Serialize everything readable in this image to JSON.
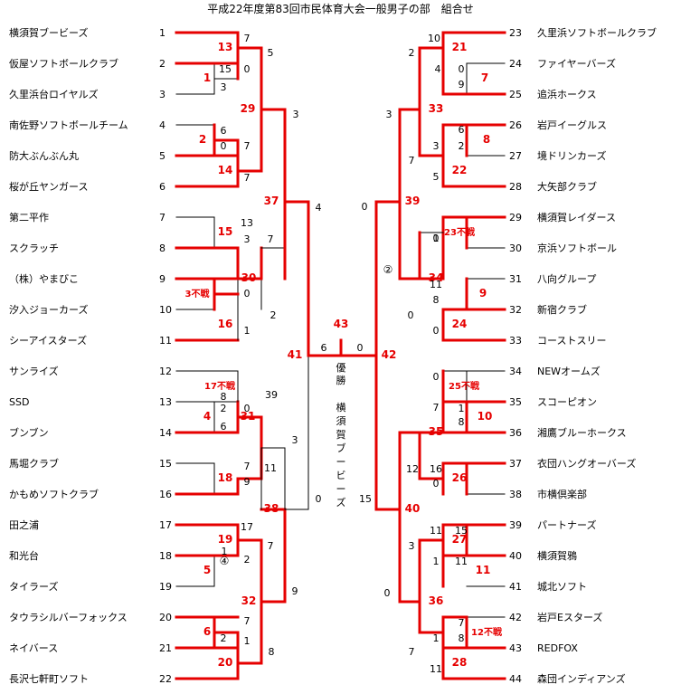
{
  "title": "平成22年度第83回市民体育大会一般男子の部　組合せ",
  "champion_label": "優勝",
  "champion_name": "横須賀ブービーズ",
  "final_score": "43",
  "left_teams": [
    {
      "no": "1",
      "name": "横須賀ブービーズ"
    },
    {
      "no": "2",
      "name": "仮屋ソフトボールクラブ"
    },
    {
      "no": "3",
      "name": "久里浜台ロイヤルズ"
    },
    {
      "no": "4",
      "name": "南佐野ソフトボールチーム"
    },
    {
      "no": "5",
      "name": "防大ぶんぶん丸"
    },
    {
      "no": "6",
      "name": "桜が丘ヤンガース"
    },
    {
      "no": "7",
      "name": "第二平作"
    },
    {
      "no": "8",
      "name": "スクラッチ"
    },
    {
      "no": "9",
      "name": "（株）やまびこ"
    },
    {
      "no": "10",
      "name": "汐入ジョーカーズ"
    },
    {
      "no": "11",
      "name": "シーアイスターズ"
    },
    {
      "no": "12",
      "name": "サンライズ"
    },
    {
      "no": "13",
      "name": "SSD"
    },
    {
      "no": "14",
      "name": "ブンブン"
    },
    {
      "no": "15",
      "name": "馬堀クラブ"
    },
    {
      "no": "16",
      "name": "かもめソフトクラブ"
    },
    {
      "no": "17",
      "name": "田之浦"
    },
    {
      "no": "18",
      "name": "和光台"
    },
    {
      "no": "19",
      "name": "タイラーズ"
    },
    {
      "no": "20",
      "name": "タウラシルバーフォックス"
    },
    {
      "no": "21",
      "name": "ネイバース"
    },
    {
      "no": "22",
      "name": "長沢七軒町ソフト"
    }
  ],
  "right_teams": [
    {
      "no": "23",
      "name": "久里浜ソフトボールクラブ"
    },
    {
      "no": "24",
      "name": "ファイヤーバーズ"
    },
    {
      "no": "25",
      "name": "追浜ホークス"
    },
    {
      "no": "26",
      "name": "岩戸イーグルス"
    },
    {
      "no": "27",
      "name": "境ドリンカーズ"
    },
    {
      "no": "28",
      "name": "大矢部クラブ"
    },
    {
      "no": "29",
      "name": "横須賀レイダース"
    },
    {
      "no": "30",
      "name": "京浜ソフトボール"
    },
    {
      "no": "31",
      "name": "八向グループ"
    },
    {
      "no": "32",
      "name": "新宿クラブ"
    },
    {
      "no": "33",
      "name": "コーストスリー"
    },
    {
      "no": "34",
      "name": "NEWオームズ"
    },
    {
      "no": "35",
      "name": "スコーピオン"
    },
    {
      "no": "36",
      "name": "湘鷹ブルーホークス"
    },
    {
      "no": "37",
      "name": "衣団ハングオーバーズ"
    },
    {
      "no": "38",
      "name": "市横倶楽部"
    },
    {
      "no": "39",
      "name": "パートナーズ"
    },
    {
      "no": "40",
      "name": "横須賀鴉"
    },
    {
      "no": "41",
      "name": "城北ソフト"
    },
    {
      "no": "42",
      "name": "岩戸Eスターズ"
    },
    {
      "no": "43",
      "name": "REDFOX"
    },
    {
      "no": "44",
      "name": "森団インディアンズ"
    }
  ],
  "game_numbers": [
    "13",
    "1",
    "29",
    "2",
    "14",
    "37",
    "15",
    "30",
    "3不戦",
    "16",
    "41",
    "17不戦",
    "4",
    "31",
    "18",
    "38",
    "19",
    "5",
    "32",
    "6",
    "20",
    "21",
    "7",
    "33",
    "8",
    "22",
    "39",
    "23不戦",
    "34",
    "9",
    "24",
    "42",
    "25不戦",
    "10",
    "35",
    "26",
    "40",
    "27",
    "11",
    "36",
    "12不戦",
    "28"
  ],
  "scores": [
    "7",
    "15",
    "3",
    "0",
    "7",
    "5",
    "6",
    "0",
    "7",
    "3",
    "13",
    "3",
    "7",
    "0",
    "2",
    "1",
    "8",
    "2",
    "6",
    "0",
    "39",
    "7",
    "9",
    "11",
    "3",
    "17",
    "2",
    "7",
    "1",
    "4",
    "0",
    "7",
    "2",
    "1",
    "9",
    "8",
    "10",
    "0",
    "4",
    "9",
    "2",
    "6",
    "2",
    "3",
    "5",
    "7",
    "1",
    "0",
    "0",
    "3",
    "11",
    "8",
    "0",
    "0",
    "0",
    "1",
    "8",
    "7",
    "16",
    "0",
    "12",
    "3",
    "11",
    "15",
    "11",
    "1",
    "0",
    "7",
    "8",
    "1",
    "11",
    "7",
    "15"
  ],
  "circled_marks": [
    "②",
    "④"
  ]
}
